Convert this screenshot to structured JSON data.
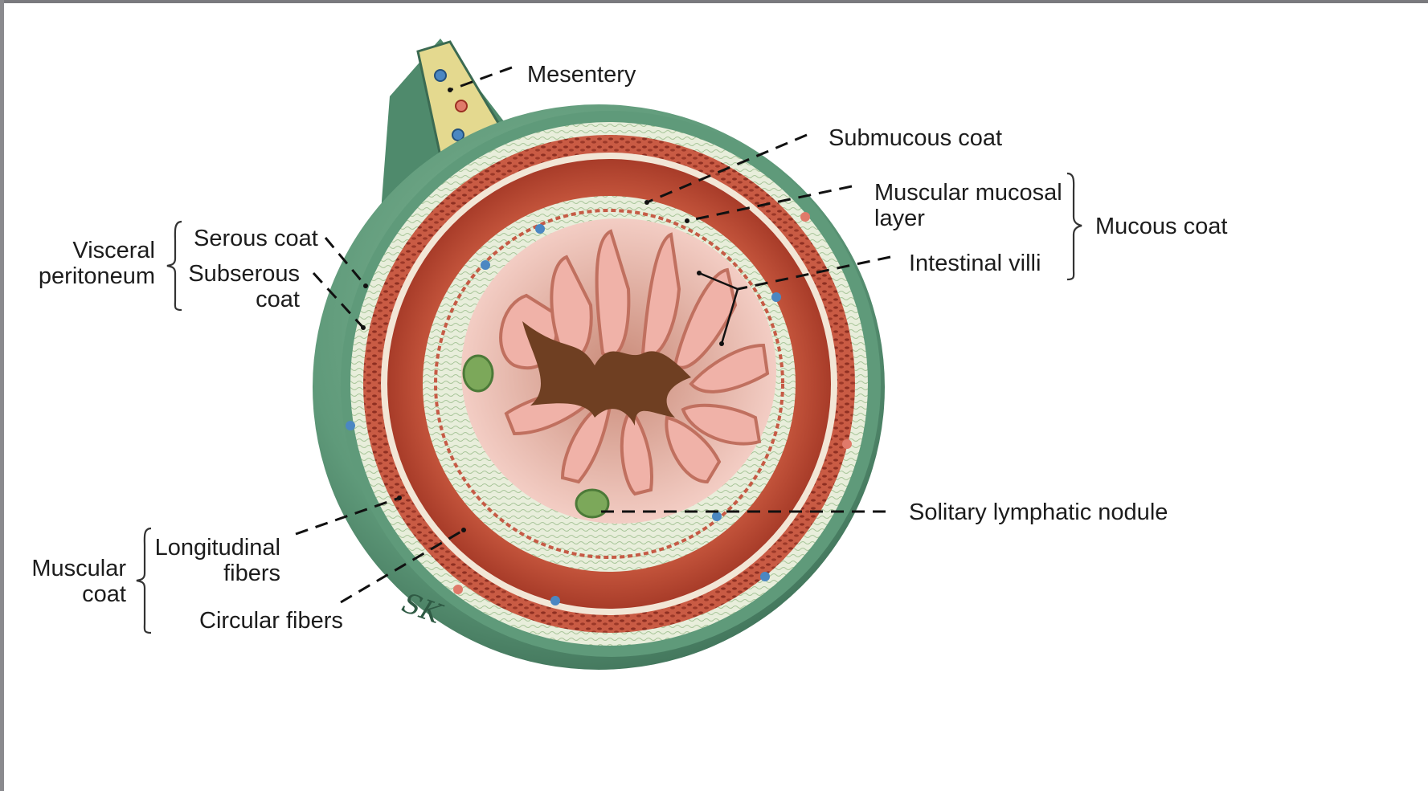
{
  "labels": {
    "mesentery": "Mesentery",
    "submucous_coat": "Submucous coat",
    "muscular_mucosal_layer_1": "Muscular mucosal",
    "muscular_mucosal_layer_2": "layer",
    "mucous_coat": "Mucous coat",
    "intestinal_villi": "Intestinal villi",
    "visceral_peritoneum_1": "Visceral",
    "visceral_peritoneum_2": "peritoneum",
    "serous_coat": "Serous coat",
    "subserous_coat_1": "Subserous",
    "subserous_coat_2": "coat",
    "muscular_coat_1": "Muscular",
    "muscular_coat_2": "coat",
    "longitudinal_fibers_1": "Longitudinal",
    "longitudinal_fibers_2": "fibers",
    "circular_fibers": "Circular fibers",
    "solitary_lymphatic_nodule": "Solitary lymphatic nodule"
  },
  "artist_signature": "SK",
  "colors": {
    "serosa_green": "#5f9a7a",
    "muscle_red": "#c1523a",
    "submucosa_cream": "#e4ebd3",
    "mucosa_pink": "#e9a8a0",
    "lumen_brown": "#6f3f22",
    "lymph_nodule_green": "#7ca85a",
    "frame_gray": "#7a7a7e"
  }
}
